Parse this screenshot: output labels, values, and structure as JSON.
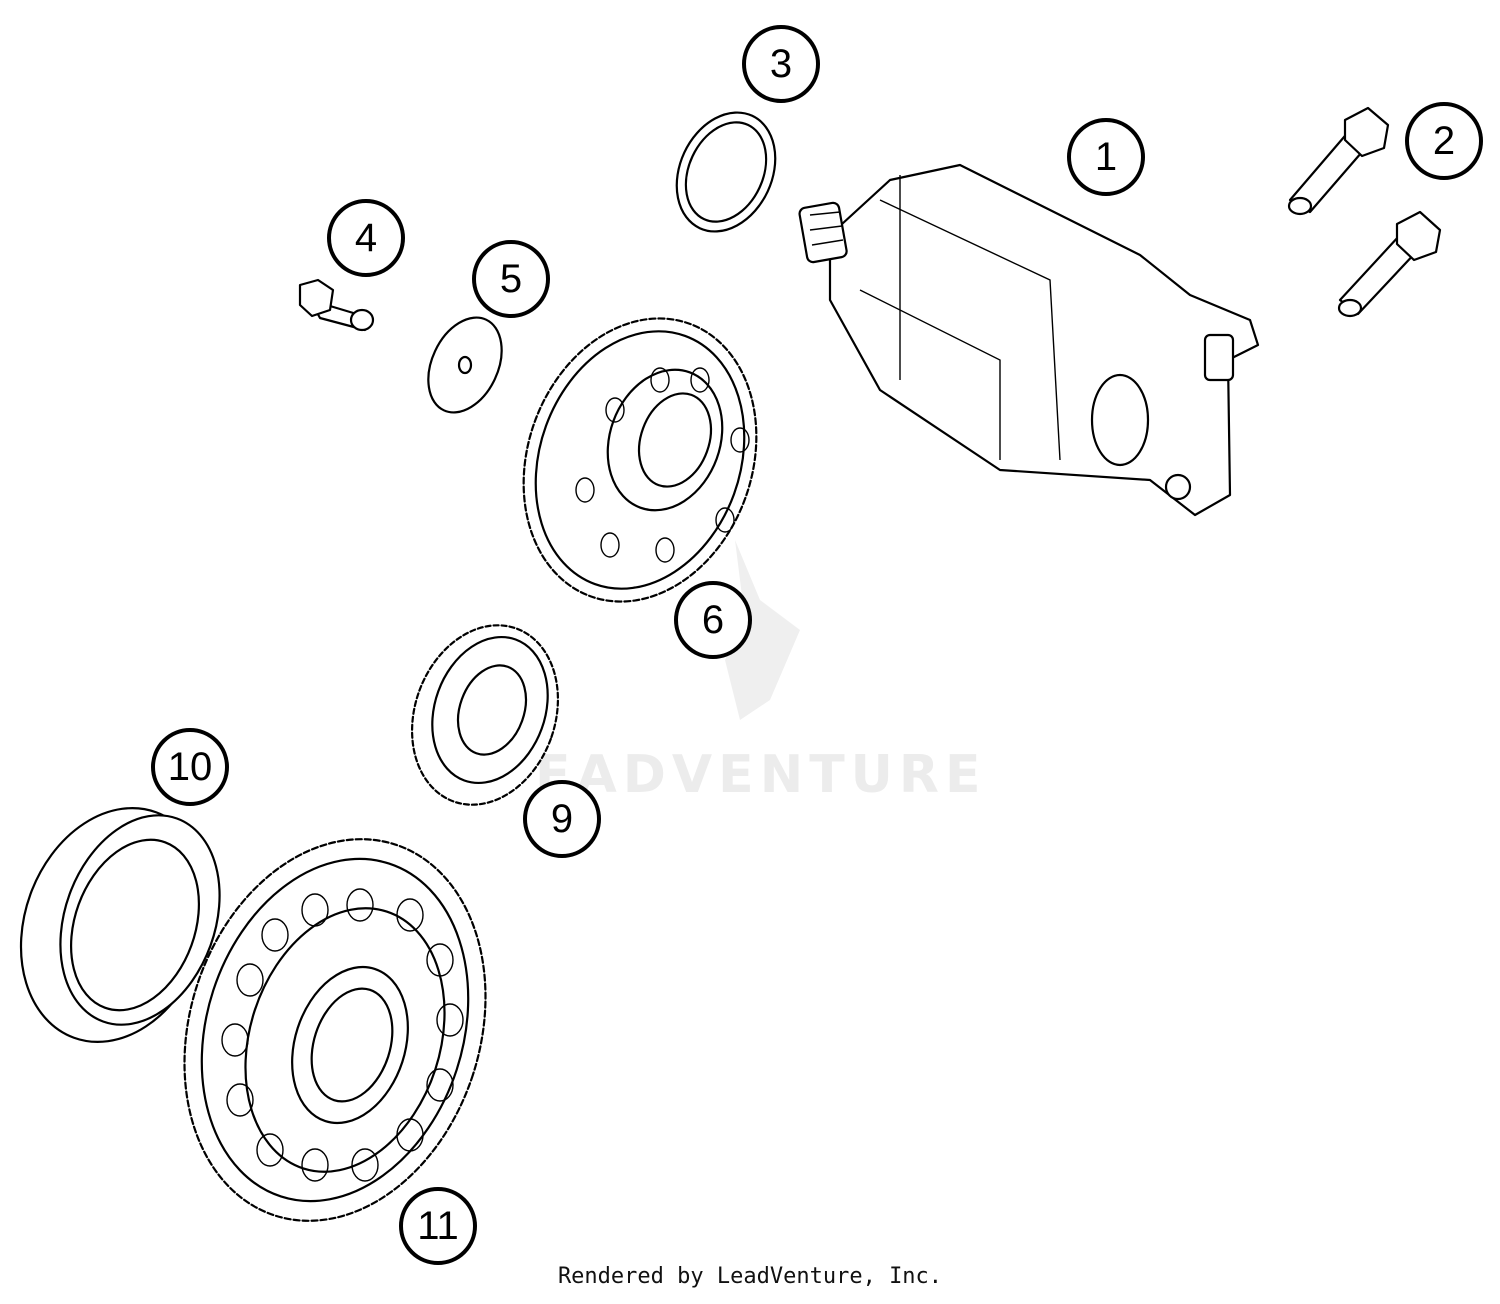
{
  "callouts": [
    {
      "id": "c1",
      "label": "1"
    },
    {
      "id": "c2",
      "label": "2"
    },
    {
      "id": "c3",
      "label": "3"
    },
    {
      "id": "c4",
      "label": "4"
    },
    {
      "id": "c5",
      "label": "5"
    },
    {
      "id": "c6",
      "label": "6"
    },
    {
      "id": "c9",
      "label": "9"
    },
    {
      "id": "c10",
      "label": "10"
    },
    {
      "id": "c11",
      "label": "11"
    }
  ],
  "watermark": {
    "text": "EADVENTURE"
  },
  "footer": {
    "credit": "Rendered by LeadVenture, Inc."
  },
  "colors": {
    "line": "#000000",
    "background": "#ffffff",
    "watermark": "#ececec"
  }
}
